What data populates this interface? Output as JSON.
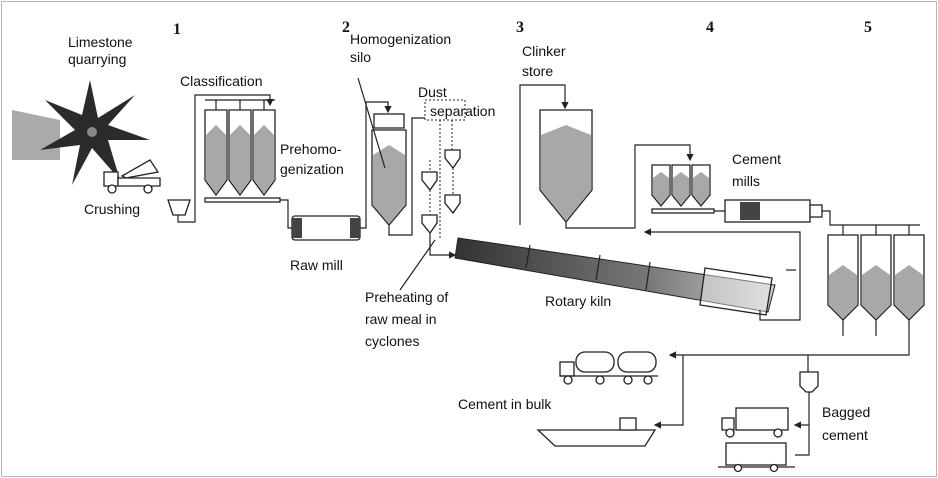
{
  "stages": [
    "1",
    "2",
    "3",
    "4",
    "5"
  ],
  "labels": {
    "limestone_1": "Limestone",
    "limestone_2": "quarrying",
    "crushing": "Crushing",
    "classification": "Classification",
    "prehomo_1": "Prehomo-",
    "prehomo_2": "genization",
    "raw_mill": "Raw mill",
    "homog_1": "Homogenization",
    "homog_2": "silo",
    "dust_1": "Dust",
    "dust_2": "separation",
    "preheat_1": "Preheating of",
    "preheat_2": "raw meal in",
    "preheat_3": "cyclones",
    "rotary_kiln": "Rotary kiln",
    "clinker_1": "Clinker",
    "clinker_2": "store",
    "cement_mills_1": "Cement",
    "cement_mills_2": "mills",
    "cement_bulk": "Cement in bulk",
    "bagged_1": "Bagged",
    "bagged_2": "cement"
  },
  "colors": {
    "material_fill": "#a8a8a8",
    "line": "#222222"
  }
}
